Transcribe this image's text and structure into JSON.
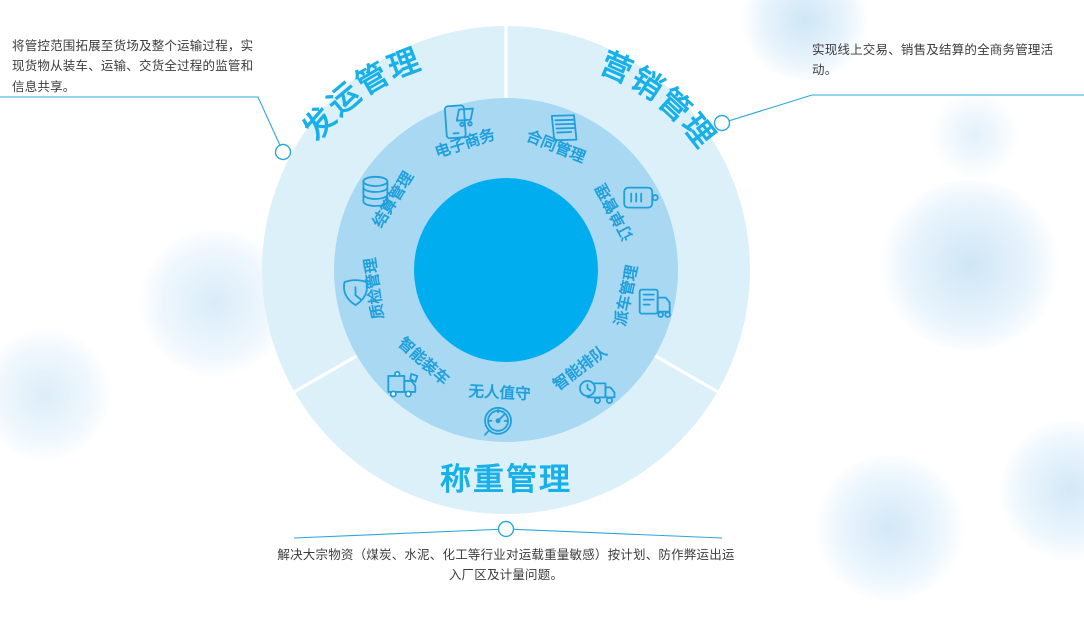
{
  "theme": {
    "accent": "#00AEEF",
    "ring_inner": "#00ADEF",
    "ring_mid": "#A9D8F2",
    "ring_outer": "#DCF0FA",
    "label_blue": "#18B0E8",
    "line_blue": "#29A8DC",
    "text_gray": "#3C3C3C",
    "background": "#FFFFFF"
  },
  "callouts": [
    {
      "id": "shipping",
      "position": "top-left",
      "text": "将管控范围拓展至货场及整个运输过程，实现货物从装车、运输、交货全过程的监管和信息共享。"
    },
    {
      "id": "marketing",
      "position": "top-right",
      "text": "实现线上交易、销售及结算的全商务管理活动。"
    },
    {
      "id": "weighing",
      "position": "bottom",
      "text": "解决大宗物资（煤炭、水泥、化工等行业对运载重量敏感）按计划、防作弊运出运入厂区及计量问题。"
    }
  ],
  "outer_ring": {
    "sectors": [
      {
        "id": "shipping",
        "label": "发运管理"
      },
      {
        "id": "marketing",
        "label": "营销管理"
      },
      {
        "id": "weighing",
        "label": "称重管理"
      }
    ]
  },
  "inner_ring": {
    "items": [
      {
        "label": "结算管理",
        "icon": "coins-stack-icon"
      },
      {
        "label": "电子商务",
        "icon": "mobile-payment-icon"
      },
      {
        "label": "合同管理",
        "icon": "document-contract-icon"
      },
      {
        "label": "订单管理",
        "icon": "order-card-icon"
      },
      {
        "label": "派车管理",
        "icon": "dispatch-truck-icon"
      },
      {
        "label": "智能排队",
        "icon": "queue-truck-clock-icon"
      },
      {
        "label": "无人值守",
        "icon": "gauge-meter-icon"
      },
      {
        "label": "智能装车",
        "icon": "loading-truck-icon"
      },
      {
        "label": "质检管理",
        "icon": "quality-shield-icon"
      }
    ]
  }
}
